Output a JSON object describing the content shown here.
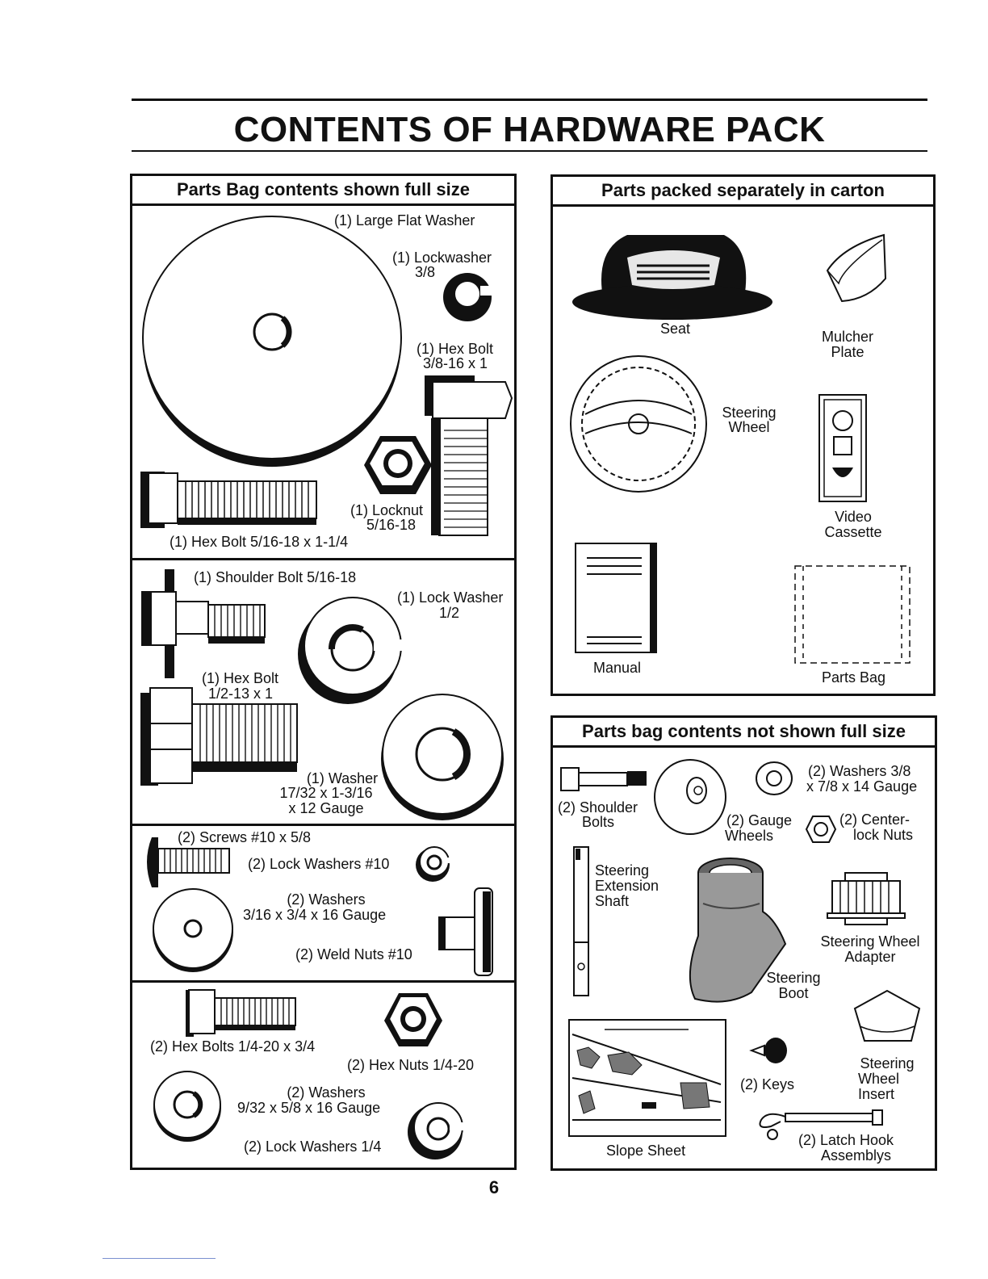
{
  "page": {
    "title": "CONTENTS OF HARDWARE PACK",
    "page_number": "6"
  },
  "full_size": {
    "heading": "Parts Bag contents shown full size",
    "large_flat_washer": "(1) Large Flat Washer",
    "lockwasher_38": [
      "(1) Lockwasher",
      "3/8"
    ],
    "hex_bolt_38": [
      "(1) Hex Bolt",
      "3/8-16 x 1"
    ],
    "locknut": [
      "(1) Locknut",
      "5/16-18"
    ],
    "hex_bolt_516": "(1) Hex Bolt  5/16-18 x 1-1/4",
    "shoulder_bolt": "(1) Shoulder Bolt  5/16-18",
    "lock_washer_12": [
      "(1) Lock Washer",
      "1/2"
    ],
    "hex_bolt_12": [
      "(1) Hex Bolt",
      "1/2-13 x 1"
    ],
    "washer_1732": [
      "(1) Washer",
      "17/32 x 1-3/16",
      "x 12 Gauge"
    ],
    "screws": "(2) Screws  #10 x 5/8",
    "lock_washers_10": "(2) Lock Washers  #10",
    "washers_316": [
      "(2) Washers",
      "3/16 x 3/4 x 16 Gauge"
    ],
    "weld_nuts": "(2) Weld Nuts  #10",
    "hex_bolts_14": "(2) Hex Bolts  1/4-20 x 3/4",
    "hex_nuts_14": "(2) Hex Nuts  1/4-20",
    "washers_932": [
      "(2) Washers",
      "9/32  x 5/8 x 16 Gauge"
    ],
    "lock_washers_14": "(2) Lock Washers  1/4"
  },
  "carton": {
    "heading": "Parts packed separately in carton",
    "seat": "Seat",
    "mulcher_plate": [
      "Mulcher",
      "Plate"
    ],
    "steering_wheel": [
      "Steering",
      "Wheel"
    ],
    "video_cassette": [
      "Video",
      "Cassette"
    ],
    "manual": "Manual",
    "parts_bag": "Parts Bag"
  },
  "not_full_size": {
    "heading": "Parts bag contents not shown full size",
    "washers_38": [
      "(2) Washers  3/8",
      "x 7/8 x 14 Gauge"
    ],
    "shoulder_bolts": [
      "(2) Shoulder",
      "Bolts"
    ],
    "gauge_wheels": [
      "(2) Gauge",
      "Wheels"
    ],
    "center_lock_nuts": [
      "(2) Center-",
      "lock Nuts"
    ],
    "steering_extension_shaft": [
      "Steering",
      "Extension",
      "Shaft"
    ],
    "steering_wheel_adapter": [
      "Steering Wheel",
      "Adapter"
    ],
    "steering_boot": [
      "Steering",
      "Boot"
    ],
    "steering_wheel_insert": [
      "Steering",
      "Wheel",
      "Insert"
    ],
    "keys": "(2) Keys",
    "latch_hook": [
      "(2) Latch Hook",
      "Assemblys"
    ],
    "slope_sheet": "Slope Sheet"
  }
}
